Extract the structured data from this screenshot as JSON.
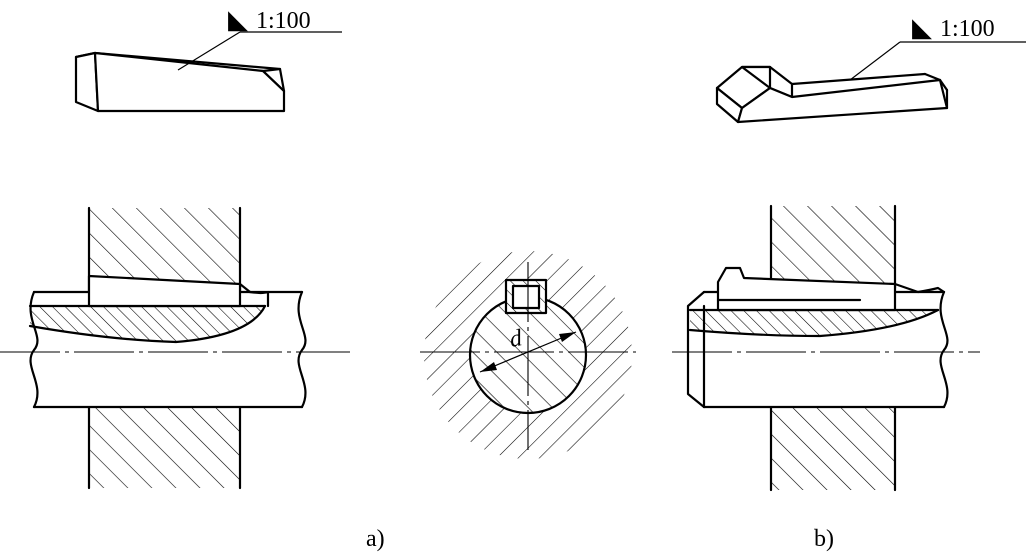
{
  "figure": {
    "label_a": "a)",
    "label_b": "b)",
    "taper_a": {
      "symbol": "◣",
      "ratio": "1:100"
    },
    "taper_b": {
      "symbol": "◣",
      "ratio": "1:100"
    },
    "dimension_symbol": "d"
  },
  "colors": {
    "ink": "#000000",
    "paper": "#ffffff"
  }
}
